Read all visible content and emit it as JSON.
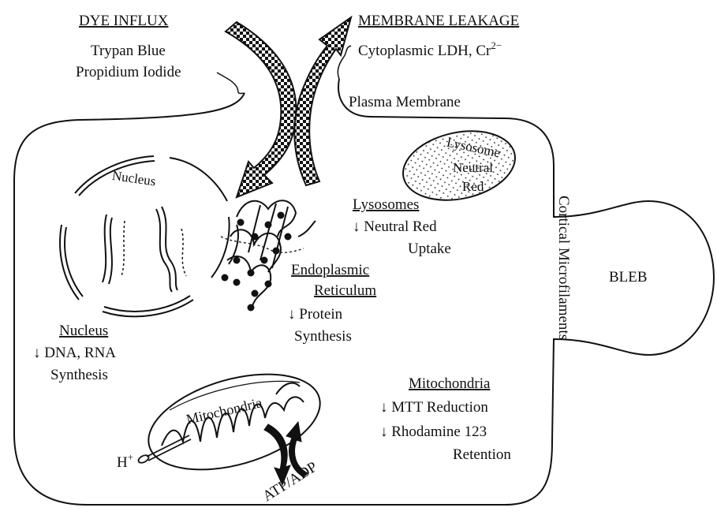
{
  "labels": {
    "dye_influx": {
      "heading": "DYE INFLUX",
      "line1": "Trypan Blue",
      "line2": "Propidium Iodide"
    },
    "membrane_leakage": {
      "heading": "MEMBRANE LEAKAGE",
      "line1": "Cytoplasmic LDH, Cr",
      "line1_sup": "2−",
      "line2": "Plasma Membrane"
    },
    "lysosome_organelle": {
      "line1": "Lysosome",
      "line2": "Neutral",
      "line3": "Red"
    },
    "nucleus_organelle": "Nucleus",
    "lysosomes": {
      "heading": "Lysosomes",
      "line1": "↓ Neutral Red",
      "line2": "Uptake"
    },
    "er": {
      "heading1": "Endoplasmic",
      "heading2": "Reticulum",
      "line1": "↓ Protein",
      "line2": "Synthesis"
    },
    "nucleus_effect": {
      "heading": "Nucleus",
      "line1": "↓ DNA, RNA",
      "line2": "Synthesis"
    },
    "mitochondria_organelle": "Mitochondria",
    "mitochondria_effect": {
      "heading": "Mitochondria",
      "line1": "↓ MTT Reduction",
      "line2": "↓ Rhodamine 123",
      "line3": "Retention"
    },
    "cortical": "Cortical Microfilaments",
    "bleb": "BLEB",
    "h_plus": "H",
    "h_plus_sup": "+",
    "atp_adp": "ATP/ADP"
  }
}
